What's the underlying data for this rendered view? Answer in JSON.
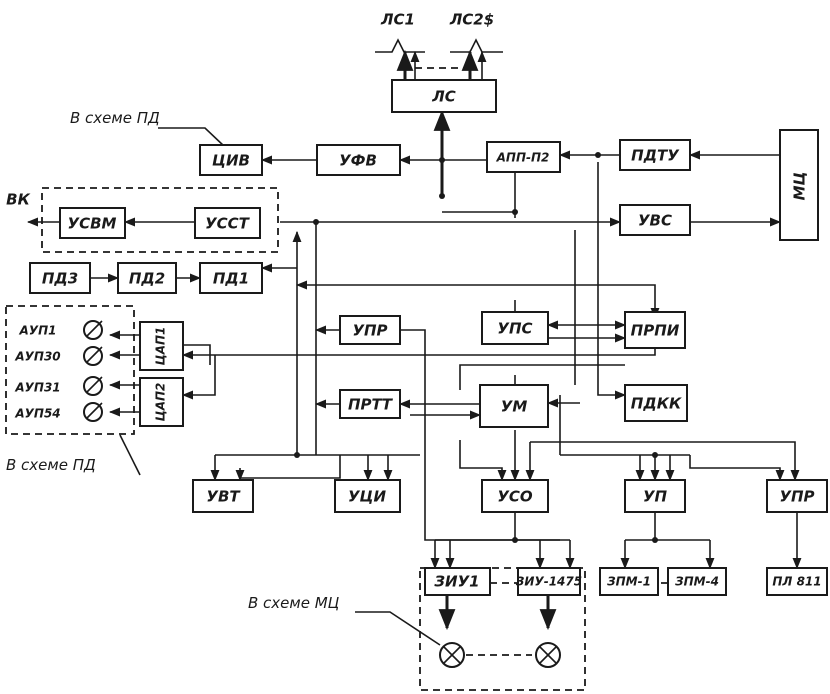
{
  "outputs": {
    "ls1": "ЛС1",
    "ls2": "ЛС2$"
  },
  "blocks": {
    "ls": "ЛС",
    "civ": "ЦИВ",
    "ufv": "УФВ",
    "app": "АПП-П2",
    "pdtu": "ПДТУ",
    "mc": "МЦ",
    "usvm": "УСВМ",
    "usst": "УССТ",
    "uvs": "УВС",
    "pd3": "ПД3",
    "pd2": "ПД2",
    "pd1": "ПД1",
    "upr_mid": "УПР",
    "ups": "УПС",
    "prpi": "ПРПИ",
    "tsap1": "ЦАП1",
    "tsap2": "ЦАП2",
    "prtt": "ПРТТ",
    "um": "УМ",
    "pdkk": "ПДКК",
    "uvt": "УВТ",
    "uci": "УЦИ",
    "uso": "УСО",
    "up": "УП",
    "upr_right": "УПР",
    "ziu1": "ЗИУ1",
    "ziu1475": "ЗИУ-1475",
    "zpm1": "ЗПМ-1",
    "zpm4": "ЗПМ-4",
    "pl811": "ПЛ 811"
  },
  "aup": [
    "АУП1",
    "АУП30",
    "АУП31",
    "АУП54"
  ],
  "labels": {
    "vk": "ВК",
    "scheme_pd_top": "В схеме ПД",
    "scheme_pd_bottom": "В схеме ПД",
    "scheme_mc": "В схеме МЦ"
  }
}
